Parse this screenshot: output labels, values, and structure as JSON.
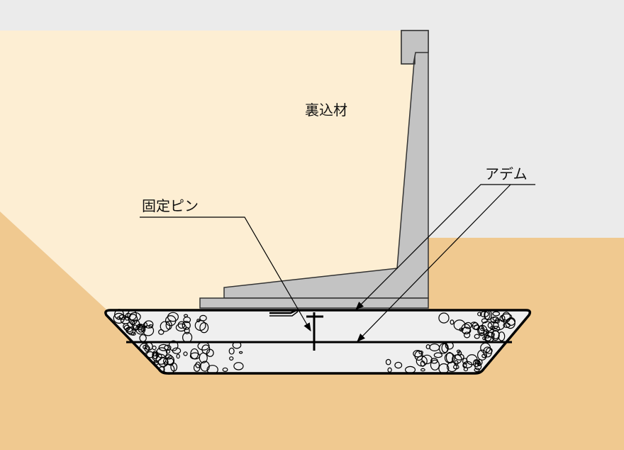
{
  "labels": {
    "backfill": "裏込材",
    "adem": "アデム",
    "fixing_pin": "固定ピン"
  },
  "colors": {
    "sky": "#ebebeb",
    "backfill": "#fdeed3",
    "soil": "#f0c990",
    "concrete": "#c3c3c3",
    "foundation": "#efefef"
  }
}
